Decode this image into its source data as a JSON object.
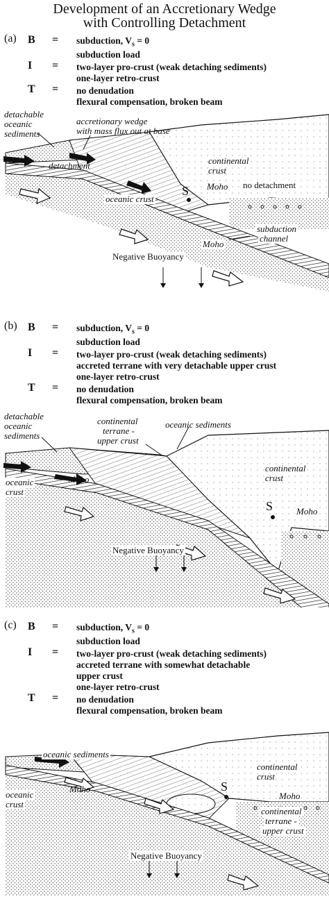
{
  "title_line1": "Development of an Accretionary Wedge",
  "title_line2": "with Controlling Detachment",
  "eq_sign": "=",
  "panels": [
    {
      "label": "(a)",
      "B_key": "B",
      "B_lines": [
        "subduction, V",
        "subduction load"
      ],
      "vs_sub": "s",
      "vs_tail": " = 0",
      "I_key": "I",
      "I_lines": [
        "two-layer pro-crust (weak detaching sediments)",
        "one-layer retro-crust"
      ],
      "T_key": "T",
      "T_lines": [
        "no denudation",
        "flexural compensation, broken beam"
      ],
      "labels": {
        "detachable": "detachable",
        "oceanic": "oceanic",
        "sediments": "sediments",
        "wedge1": "accretionary wedge",
        "wedge2": "with mass flux out at base",
        "detachment": "detachment",
        "cont1": "continental",
        "cont2": "crust",
        "S": "S",
        "moho": "Moho",
        "no_detachment": "no detachment",
        "oceanic_crust": "oceanic crust",
        "subduction1": "subduction",
        "subduction2": "channel",
        "moho2": "Moho",
        "buoyancy": "Negative Buoyancy"
      }
    },
    {
      "label": "(b)",
      "B_key": "B",
      "B_lines": [
        "subduction, V",
        "subduction load"
      ],
      "vs_sub": "s",
      "vs_tail": " = 0",
      "I_key": "I",
      "I_lines": [
        "two-layer pro-crust (weak detaching sediments)",
        "accreted terrane with very detachable upper crust",
        "one-layer retro-crust"
      ],
      "T_key": "T",
      "T_lines": [
        "no denudation",
        "flexural compensation, broken beam"
      ],
      "labels": {
        "detachable": "detachable",
        "oceanic": "oceanic",
        "sediments": "sediments",
        "terr1": "continental",
        "terr2": "terrane -",
        "terr3": "upper crust",
        "oc_sed": "oceanic sediments",
        "oc_crust1": "oceanic",
        "oc_crust2": "crust",
        "moho": "Moho",
        "cont1": "continental",
        "cont2": "crust",
        "S": "S",
        "moho2": "Moho",
        "buoyancy": "Negative Buoyancy"
      }
    },
    {
      "label": "(c)",
      "B_key": "B",
      "B_lines": [
        "subduction, V",
        "subduction load"
      ],
      "vs_sub": "s",
      "vs_tail": " = 0",
      "I_key": "I",
      "I_lines": [
        "two-layer pro-crust (weak detaching sediments)",
        "accreted terrane with somewhat detachable",
        "upper crust",
        "one-layer retro-crust"
      ],
      "T_key": "T",
      "T_lines": [
        "no denudation",
        "flexural compensation, broken beam"
      ],
      "labels": {
        "oc_sed": "oceanic sediments",
        "cont1": "continental",
        "cont2": "crust",
        "oc_crust1": "oceanic",
        "oc_crust2": "crust",
        "moho": "Moho",
        "S": "S",
        "moho2": "Moho",
        "terr1": "continental",
        "terr2": "terrane -",
        "terr3": "upper crust",
        "buoyancy": "Negative Buoyancy"
      }
    }
  ]
}
